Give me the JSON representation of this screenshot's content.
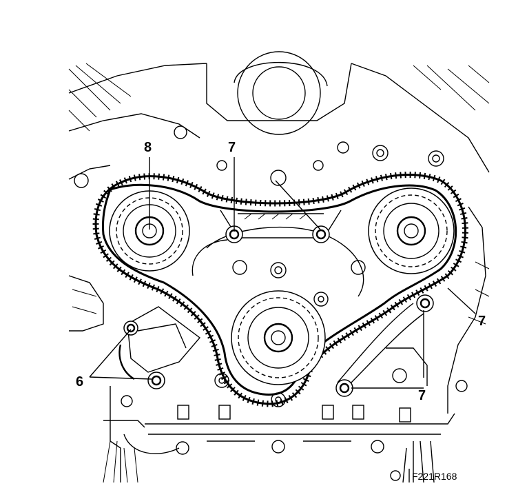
{
  "labels": {
    "callout_6": "6",
    "callout_7_top": "7",
    "callout_7_right": "7",
    "callout_7_bottom": "7",
    "callout_8": "8"
  },
  "figure_code": "F221R168"
}
